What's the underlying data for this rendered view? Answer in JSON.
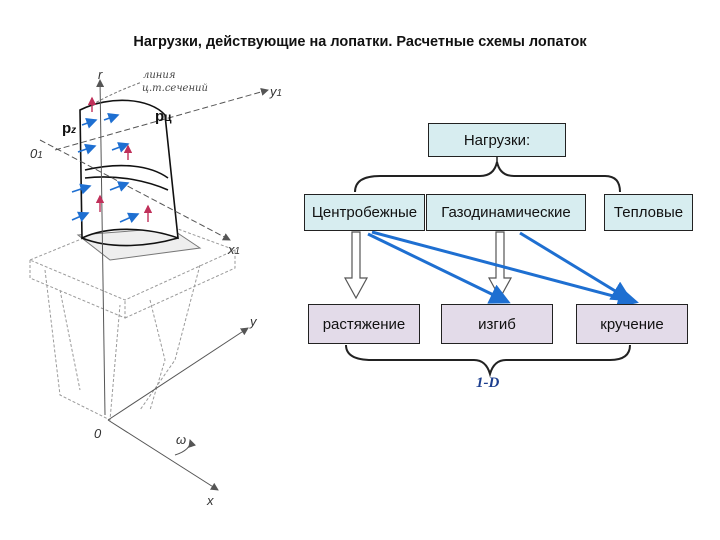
{
  "title": "Нагрузки, действующие на лопатки. Расчетные схемы лопаток",
  "blade_figure": {
    "axis_r": "r",
    "line_label_1": "линия",
    "line_label_2": "ц.т.сечений",
    "axis_y1": "y",
    "axis_y1_sub": "1",
    "axis_x1": "x",
    "axis_x1_sub": "1",
    "axis_y": "y",
    "axis_x": "x",
    "origin_O1": "0",
    "origin_O1_sub": "1",
    "origin_O": "0",
    "omega": "ω",
    "force_pz": "p",
    "force_pz_sub": "z",
    "force_pc": "p",
    "force_pc_sub": "ц"
  },
  "flow": {
    "root": "Нагрузки:",
    "types": [
      "Центробежные",
      "Газодинамические",
      "Тепловые"
    ],
    "effects": [
      "растяжение",
      "изгиб",
      "кручение"
    ],
    "model_label": "1-D"
  },
  "colors": {
    "box_teal": "#d7edf0",
    "box_lilac": "#e3dbe9",
    "arrow_blue": "#1e6fd1",
    "force_red": "#c0305a"
  }
}
